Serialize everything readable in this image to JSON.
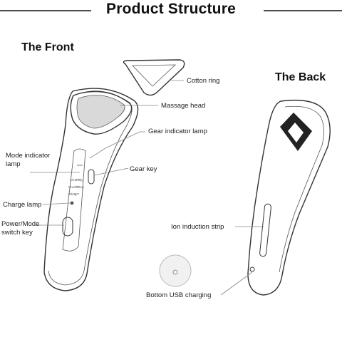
{
  "title": "Product Structure",
  "front_heading": "The Front",
  "back_heading": "The Back",
  "labels": {
    "cotton_ring": "Cotton ring",
    "massage_head": "Massage head",
    "gear_indicator_lamp": "Gear indicator lamp",
    "mode_indicator_lamp": "Mode indicator lamp",
    "gear_key": "Gear key",
    "charge_lamp": "Charge lamp",
    "power_mode_switch_key": "Power/Mode switch key",
    "ion_induction_strip": "Ion induction strip",
    "bottom_usb_charging": "Bottom USB charging"
  },
  "mode_labels": [
    "Cleaning",
    "Nourishing",
    "Lifting"
  ]
}
